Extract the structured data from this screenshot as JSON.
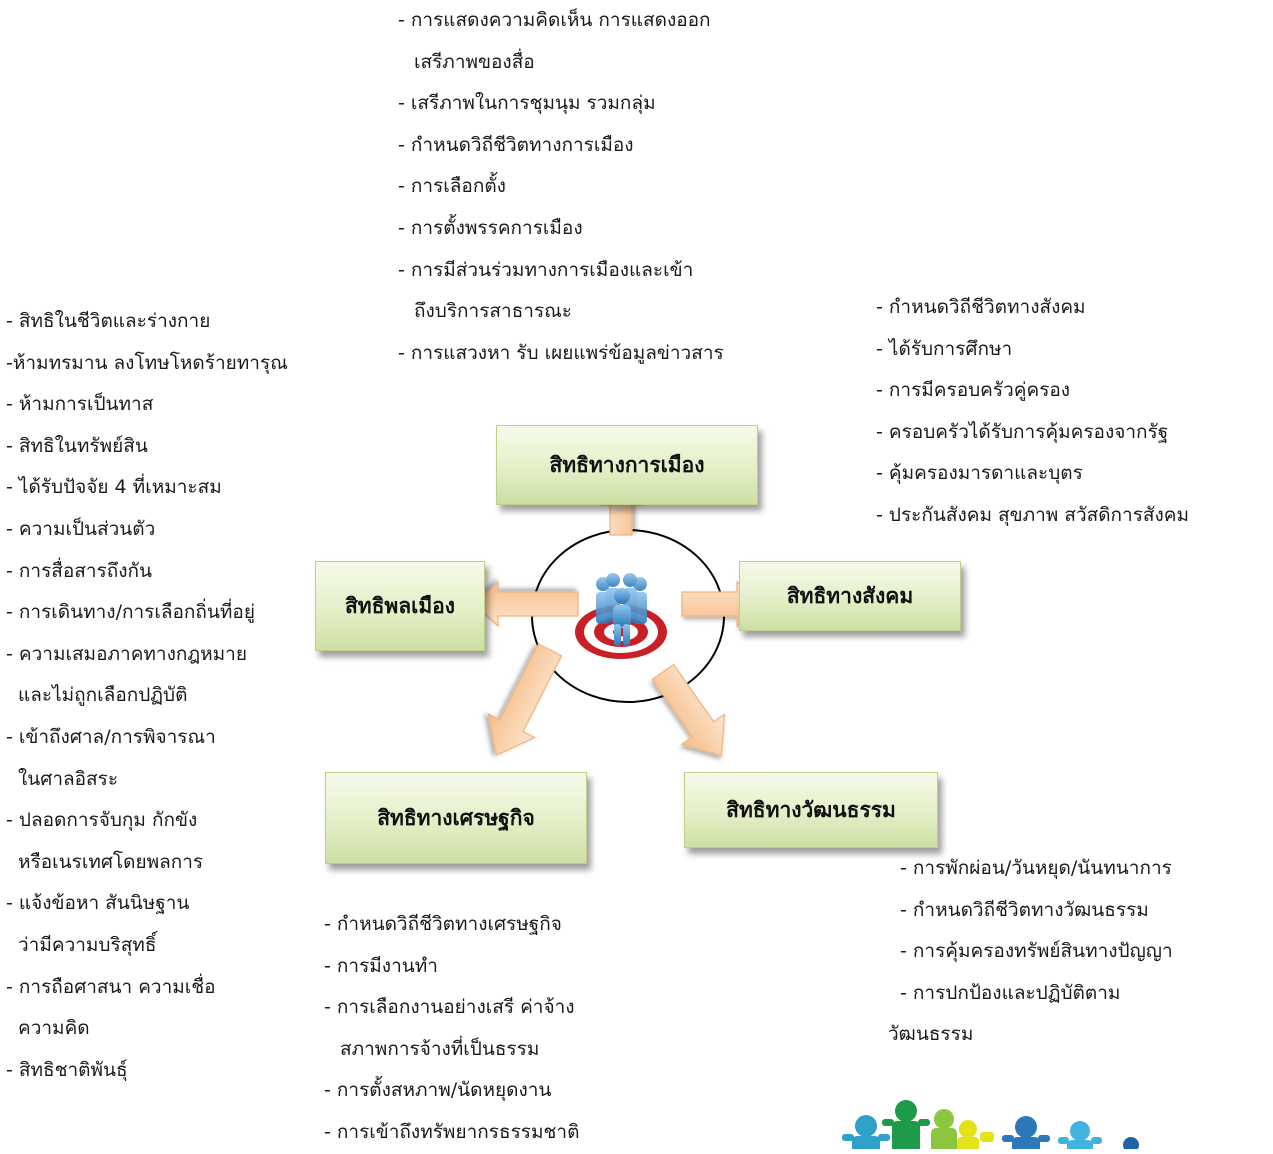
{
  "center": {
    "icon": "people-on-target-icon"
  },
  "nodes": {
    "politics": "สิทธิทางการเมือง",
    "civil": "สิทธิพลเมือง",
    "social": "สิทธิทางสังคม",
    "economic": "สิทธิทางเศรษฐกิจ",
    "culture": "สิทธิทางวัฒนธรรม"
  },
  "lists": {
    "politics": [
      "- การแสดงความคิดเห็น การแสดงออก",
      "  เสรีภาพของสื่อ",
      "- เสรีภาพในการชุมนุม รวมกลุ่ม",
      "- กำหนดวิถีชีวิตทางการเมือง",
      "- การเลือกตั้ง",
      "- การตั้งพรรคการเมือง",
      "- การมีส่วนร่วมทางการเมืองและเข้า",
      "  ถึงบริการสาธารณะ",
      "- การแสวงหา รับ เผยแพร่ข้อมูลข่าวสาร"
    ],
    "civil": [
      "- สิทธิในชีวิตและร่างกาย",
      "-ห้ามทรมาน ลงโทษโหดร้ายทารุณ",
      "- ห้ามการเป็นทาส",
      "- สิทธิในทรัพย์สิน",
      "- ได้รับปัจจัย 4 ที่เหมาะสม",
      "- ความเป็นส่วนตัว",
      "- การสื่อสารถึงกัน",
      "- การเดินทาง/การเลือกถิ่นที่อยู่",
      "- ความเสมอภาคทางกฎหมาย",
      "  และไม่ถูกเลือกปฏิบัติ",
      "- เข้าถึงศาล/การพิจารณา",
      "  ในศาลอิสระ",
      "- ปลอดการจับกุม กักขัง",
      "  หรือเนรเทศโดยพลการ",
      "- แจ้งข้อหา สันนิษฐาน",
      "  ว่ามีความบริสุทธิ์",
      "- การถือศาสนา ความเชื่อ",
      "  ความคิด",
      "- สิทธิชาติพันธุ์"
    ],
    "social": [
      "- กำหนดวิถีชีวิตทางสังคม",
      "- ได้รับการศึกษา",
      "- การมีครอบครัวคู่ครอง",
      "- ครอบครัวได้รับการคุ้มครองจากรัฐ",
      "- คุ้มครองมารดาและบุตร",
      "- ประกันสังคม สุขภาพ สวัสดิการสังคม"
    ],
    "economic": [
      "- กำหนดวิถีชีวิตทางเศรษฐกิจ",
      "- การมีงานทำ",
      "- การเลือกงานอย่างเสรี ค่าจ้าง",
      "  สภาพการจ้างที่เป็นธรรม",
      "- การตั้งสหภาพ/นัดหยุดงาน",
      "- การเข้าถึงทรัพยากรธรรมชาติ"
    ],
    "culture": [
      "- การพักผ่อน/วันหยุด/นันทนาการ",
      "- กำหนดวิถีชีวิตทางวัฒนธรรม",
      "- การคุ้มครองทรัพย์สินทางปัญญา",
      "- การปกป้องและปฏิบัติตาม",
      "วัฒนธรรม"
    ]
  },
  "decoration": {
    "icon": "puzzle-people-icon"
  }
}
